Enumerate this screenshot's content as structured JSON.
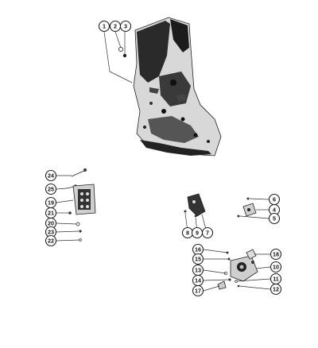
{
  "diagram": {
    "type": "exploded-parts-view",
    "callouts": [
      {
        "label": "1"
      },
      {
        "label": "2"
      },
      {
        "label": "3"
      },
      {
        "label": "24"
      },
      {
        "label": "25"
      },
      {
        "label": "19"
      },
      {
        "label": "21"
      },
      {
        "label": "20"
      },
      {
        "label": "23"
      },
      {
        "label": "22"
      },
      {
        "label": "6"
      },
      {
        "label": "4"
      },
      {
        "label": "5"
      },
      {
        "label": "8"
      },
      {
        "label": "9"
      },
      {
        "label": "7"
      },
      {
        "label": "16"
      },
      {
        "label": "15"
      },
      {
        "label": "13"
      },
      {
        "label": "14"
      },
      {
        "label": "17"
      },
      {
        "label": "18"
      },
      {
        "label": "10"
      },
      {
        "label": "11"
      },
      {
        "label": "12"
      }
    ]
  }
}
